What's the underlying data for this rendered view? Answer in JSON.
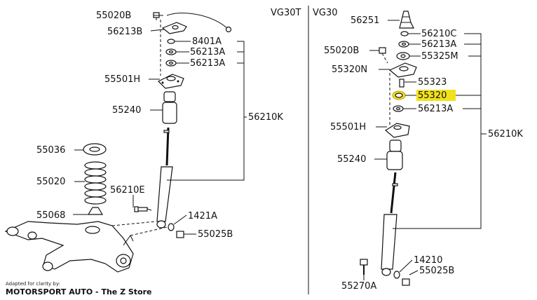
{
  "variants": {
    "left": "VG30T",
    "right": "VG30"
  },
  "credit": {
    "line1": "Adapted for clarity by:",
    "line2": "MOTORSPORT AUTO - The Z Store"
  },
  "highlight_color": "#f2e21c",
  "left_labels": {
    "p55020B": "55020B",
    "p56213B": "56213B",
    "p8401A": "8401A",
    "p56213A_1": "56213A",
    "p56213A_2": "56213A",
    "p55501H": "55501H",
    "p55240": "55240",
    "p56210K": "56210K",
    "p55036": "55036",
    "p55020": "55020",
    "p56210E": "56210E",
    "p55068": "55068",
    "p1421A": "1421A",
    "p55025B": "55025B"
  },
  "right_labels": {
    "p56251": "56251",
    "p56210C": "56210C",
    "p56213A_1": "56213A",
    "p55020B": "55020B",
    "p55325M": "55325M",
    "p55320N": "55320N",
    "p55323": "55323",
    "p55320": "55320",
    "p56213A_2": "56213A",
    "p55501H": "55501H",
    "p56210K": "56210K",
    "p55240": "55240",
    "p14210": "14210",
    "p55025B": "55025B",
    "p55270A": "55270A"
  }
}
